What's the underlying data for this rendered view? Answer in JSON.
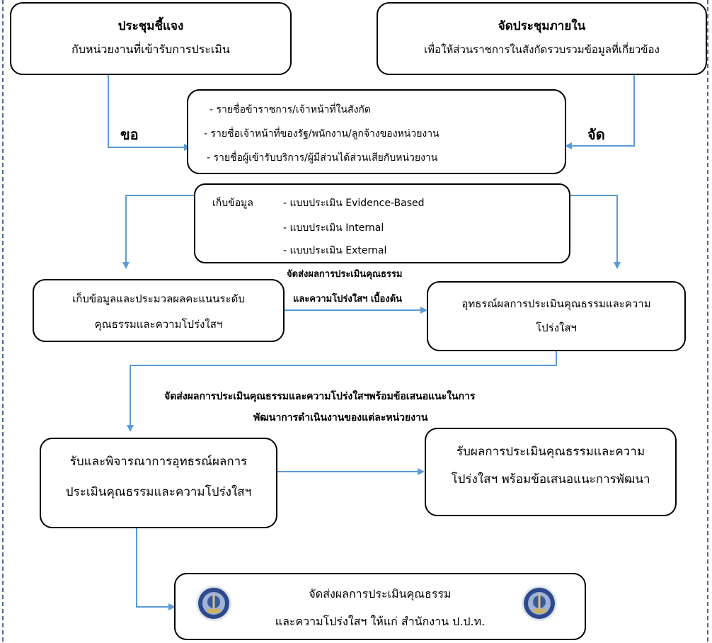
{
  "box1": {
    "title": "ประชุมชี้แจง",
    "subtitle": "กับหน่วยงานที่เข้ารับการประเมิน"
  },
  "box2": {
    "title": "จัดประชุมภายใน",
    "subtitle": "เพื่อให้ส่วนราชการในสังกัดรวบรวมข้อมูลที่เกี่ยวข้อง"
  },
  "label_request": "ขอ",
  "label_arrange": "จัด",
  "box3": {
    "lines": [
      "- รายชื่อข้าราชการ/เจ้าหน้าที่ในสังกัด",
      "- รายชื่อเจ้าหน้าที่ของรัฐ/พนักงาน/ลูกจ้างของหน่วยงาน",
      "- รายชื่อผู้เข้ารับบริการ/ผู้มีส่วนได้ส่วนเสียกับหน่วยงาน"
    ]
  },
  "box4": {
    "head": "เก็บข้อมูล",
    "items": [
      "-  แบบประเมิน Evidence-Based",
      "-  แบบประเมิน Internal",
      "-  แบบประเมิน External"
    ]
  },
  "box5": {
    "lines": [
      "เก็บข้อมูลและประมวลผลคะแนนระดับ",
      "คุณธรรมและความโปร่งใสฯ"
    ]
  },
  "label_preliminary": [
    "จัดส่งผลการประเมินคุณธรรม",
    "และความโปร่งใสฯ เบื้องต้น"
  ],
  "box6": {
    "lines": [
      "อุทธรณ์ผลการประเมินคุณธรรมและความ",
      "โปร่งใสฯ"
    ]
  },
  "label_recommend": [
    "จัดส่งผลการประเมินคุณธรรมและความโปร่งใสฯพร้อมข้อเสนอแนะในการ",
    "พัฒนาการดำเนินงานของแต่ละหน่วยงาน"
  ],
  "box7": {
    "lines": [
      "รับและพิจารณาการอุทธรณ์ผลการ",
      "ประเมินคุณธรรมและความโปร่งใสฯ"
    ]
  },
  "box8": {
    "lines": [
      "รับผลการประเมินคุณธรรมและความ",
      "โปร่งใสฯ พร้อมข้อเสนอแนะการพัฒนา"
    ]
  },
  "box9": {
    "lines": [
      "จัดส่งผลการประเมินคุณธรรม",
      "และความโปร่งใสฯ ให้แก่ สำนักงาน ป.ป.ท."
    ]
  },
  "colors": {
    "arrow": "#5b9bd5",
    "frame": "#4a6a9c",
    "seal_ring": "#2e4a8c"
  },
  "icons": [
    "pacc-seal-icon"
  ]
}
